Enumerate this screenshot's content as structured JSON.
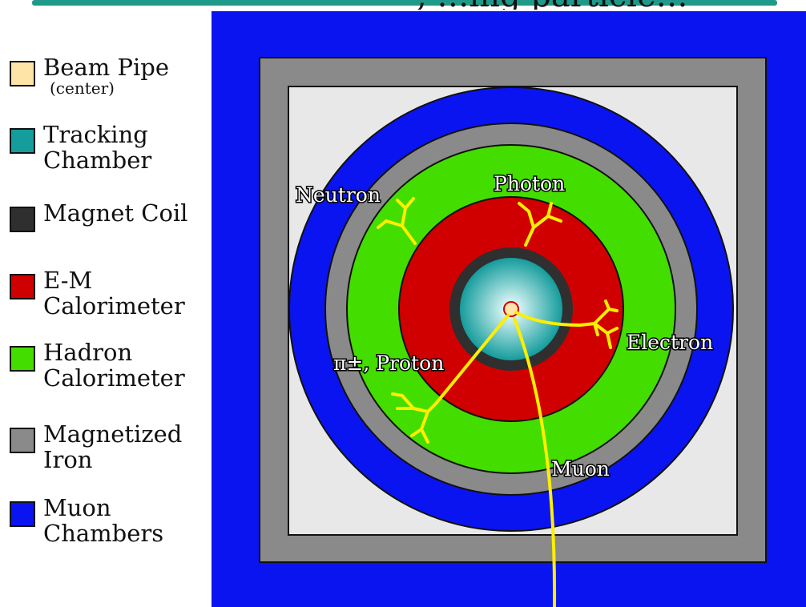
{
  "title": {
    "text": ", …ing particle…"
  },
  "legend": {
    "items": [
      {
        "label": "Beam Pipe",
        "sub": "(center)",
        "color": "#ffe4a8"
      },
      {
        "line1": "Tracking",
        "line2": "Chamber",
        "color": "#159c9c"
      },
      {
        "label": "Magnet Coil",
        "color": "#2f2f2f"
      },
      {
        "line1": "E-M",
        "line2": "Calorimeter",
        "color": "#d00000"
      },
      {
        "line1": "Hadron",
        "line2": "Calorimeter",
        "color": "#44dd00"
      },
      {
        "line1": "Magnetized",
        "line2": "Iron",
        "color": "#8a8a8a"
      },
      {
        "line1": "Muon",
        "line2": "Chambers",
        "color": "#0a14f0"
      }
    ]
  },
  "particles": {
    "neutron": "Neutron",
    "photon": "Photon",
    "electron": "Electron",
    "pion_proton": "π±, Proton",
    "muon": "Muon"
  },
  "colors": {
    "muon": "#0a14f0",
    "iron": "#8a8a8a",
    "light_gray": "#e8e8e8",
    "hadron": "#44dd00",
    "em": "#d00000",
    "coil": "#2f2f2f",
    "tracking": "#159c9c",
    "beam": "#ffe4a8",
    "track": "#ffee00"
  }
}
